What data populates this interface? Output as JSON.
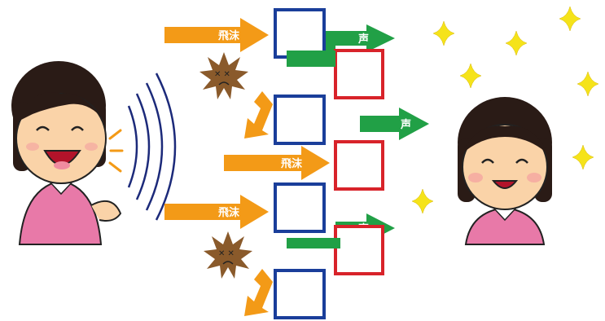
{
  "labels": {
    "droplet": "飛沫",
    "voice": "声"
  },
  "colors": {
    "droplet_arrow": "#f39a17",
    "voice_arrow": "#21a046",
    "blue_box": "#1a3e9a",
    "red_box": "#d8232a",
    "sound_wave": "#1c2a7a",
    "sparkle": "#f5e31a",
    "virus": "#8a5a2b"
  },
  "icons": {
    "speaker": "woman-speaking-illustration",
    "listener": "woman-smiling-illustration",
    "virus": "virus-icon",
    "sparkle": "sparkle-icon"
  }
}
